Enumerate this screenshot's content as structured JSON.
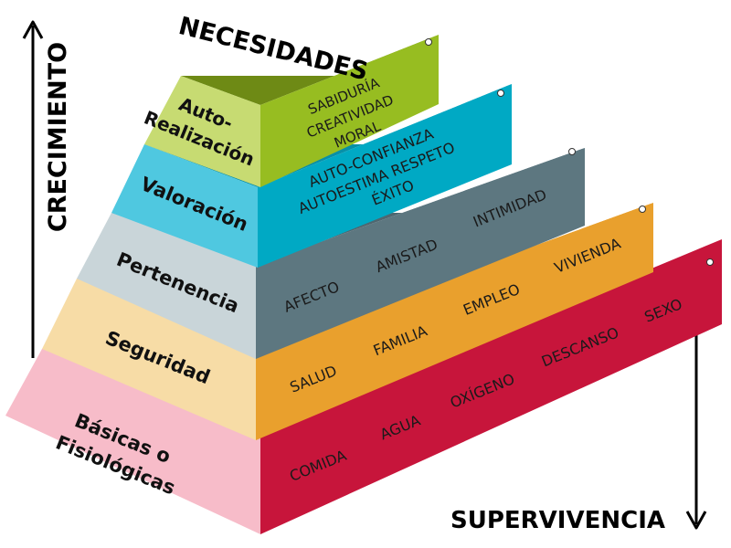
{
  "title": "NECESIDADES",
  "axis_up": "CRECIMIENTO",
  "axis_down": "SUPERVIVENCIA",
  "levels": [
    {
      "label": [
        "Básicas o",
        "Fisiológicas"
      ],
      "items": [
        "COMIDA",
        "AGUA",
        "OXÍGENO",
        "DESCANSO",
        "SEXO"
      ],
      "colors": {
        "front": "#f7bcc9",
        "top": "#d9667d",
        "side": "#c7153b"
      }
    },
    {
      "label": [
        "Seguridad"
      ],
      "items": [
        "SALUD",
        "FAMILIA",
        "EMPLEO",
        "VIVIENDA"
      ],
      "colors": {
        "front": "#f7dca6",
        "top": "#e08f12",
        "side": "#e9a02d"
      }
    },
    {
      "label": [
        "Pertenencia"
      ],
      "items": [
        "AFECTO",
        "AMISTAD",
        "INTIMIDAD"
      ],
      "colors": {
        "front": "#c9d5d9",
        "top": "#4f6770",
        "side": "#5d7780"
      }
    },
    {
      "label": [
        "Valoración"
      ],
      "items": [
        "AUTO-CONFIANZA",
        "AUTOESTIMA  RESPETO",
        "ÉXITO"
      ],
      "colors": {
        "front": "#4fc8e0",
        "top": "#0790a8",
        "side": "#00a9c4"
      }
    },
    {
      "label": [
        "Auto-",
        "Realización"
      ],
      "items": [
        "SABIDURÍA",
        "CREATIVIDAD",
        "MORAL"
      ],
      "colors": {
        "front": "#c7db72",
        "top": "#6e8a15",
        "side": "#97bd21"
      }
    }
  ]
}
